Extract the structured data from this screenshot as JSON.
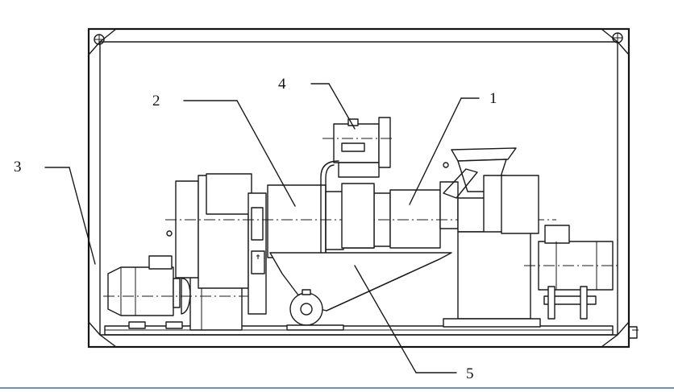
{
  "figure": {
    "callouts": [
      {
        "id": "1",
        "label": "1"
      },
      {
        "id": "2",
        "label": "2"
      },
      {
        "id": "3",
        "label": "3"
      },
      {
        "id": "4",
        "label": "4"
      },
      {
        "id": "5",
        "label": "5"
      }
    ]
  },
  "colors": {
    "ink": "#1a1a1a",
    "background": "#ffffff",
    "rule": "#6a8fc8"
  }
}
